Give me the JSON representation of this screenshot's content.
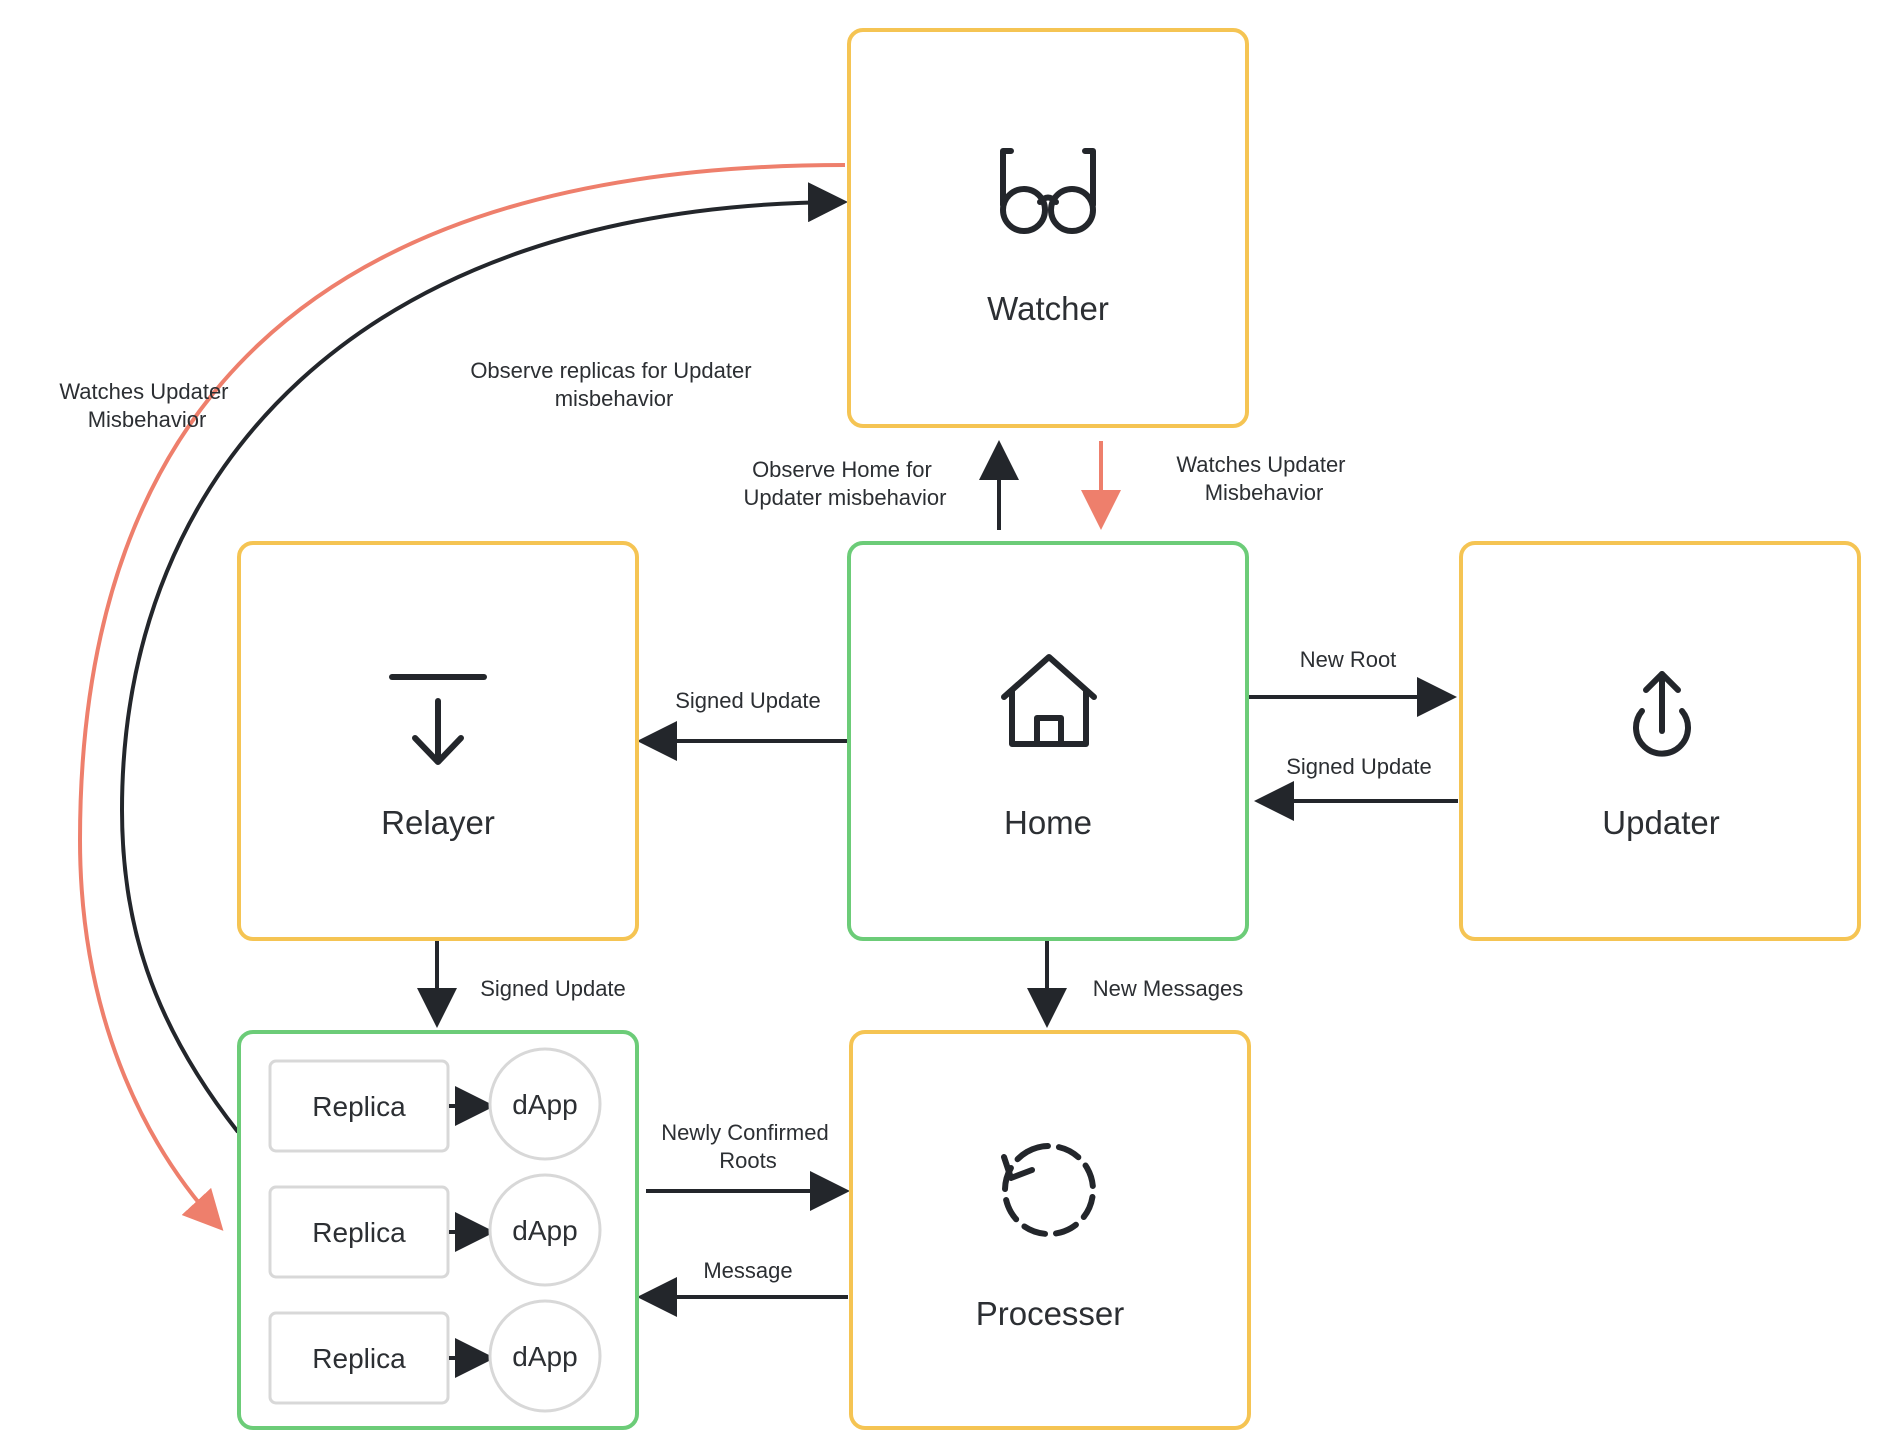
{
  "colors": {
    "yellow_border": "#f5c453",
    "green_border": "#6ccc78",
    "arrow_dark": "#23262b",
    "arrow_red": "#ee7f6c",
    "pill_border": "#d8d8d8"
  },
  "nodes": {
    "watcher": {
      "label": "Watcher",
      "icon": "glasses-icon"
    },
    "relayer": {
      "label": "Relayer",
      "icon": "download-tray-icon"
    },
    "home": {
      "label": "Home",
      "icon": "house-icon"
    },
    "updater": {
      "label": "Updater",
      "icon": "power-upload-icon"
    },
    "processer": {
      "label": "Processer",
      "icon": "refresh-dashed-icon"
    },
    "replicas_group": {
      "rows": [
        {
          "replica": "Replica",
          "dapp": "dApp"
        },
        {
          "replica": "Replica",
          "dapp": "dApp"
        },
        {
          "replica": "Replica",
          "dapp": "dApp"
        }
      ]
    }
  },
  "edges": {
    "watches_updater_left": [
      "Watches Updater",
      "Misbehavior"
    ],
    "observe_replicas": [
      "Observe replicas for Updater",
      "misbehavior"
    ],
    "observe_home": [
      "Observe Home for",
      "Updater misbehavior"
    ],
    "watches_updater_right": [
      "Watches Updater",
      "Misbehavior"
    ],
    "home_to_relayer": "Signed Update",
    "home_to_updater": "New Root",
    "updater_to_home": "Signed Update",
    "relayer_to_replicas": "Signed Update",
    "home_to_processer": "New Messages",
    "replicas_to_processer": [
      "Newly Confirmed",
      "Roots"
    ],
    "processer_to_replicas": "Message"
  }
}
